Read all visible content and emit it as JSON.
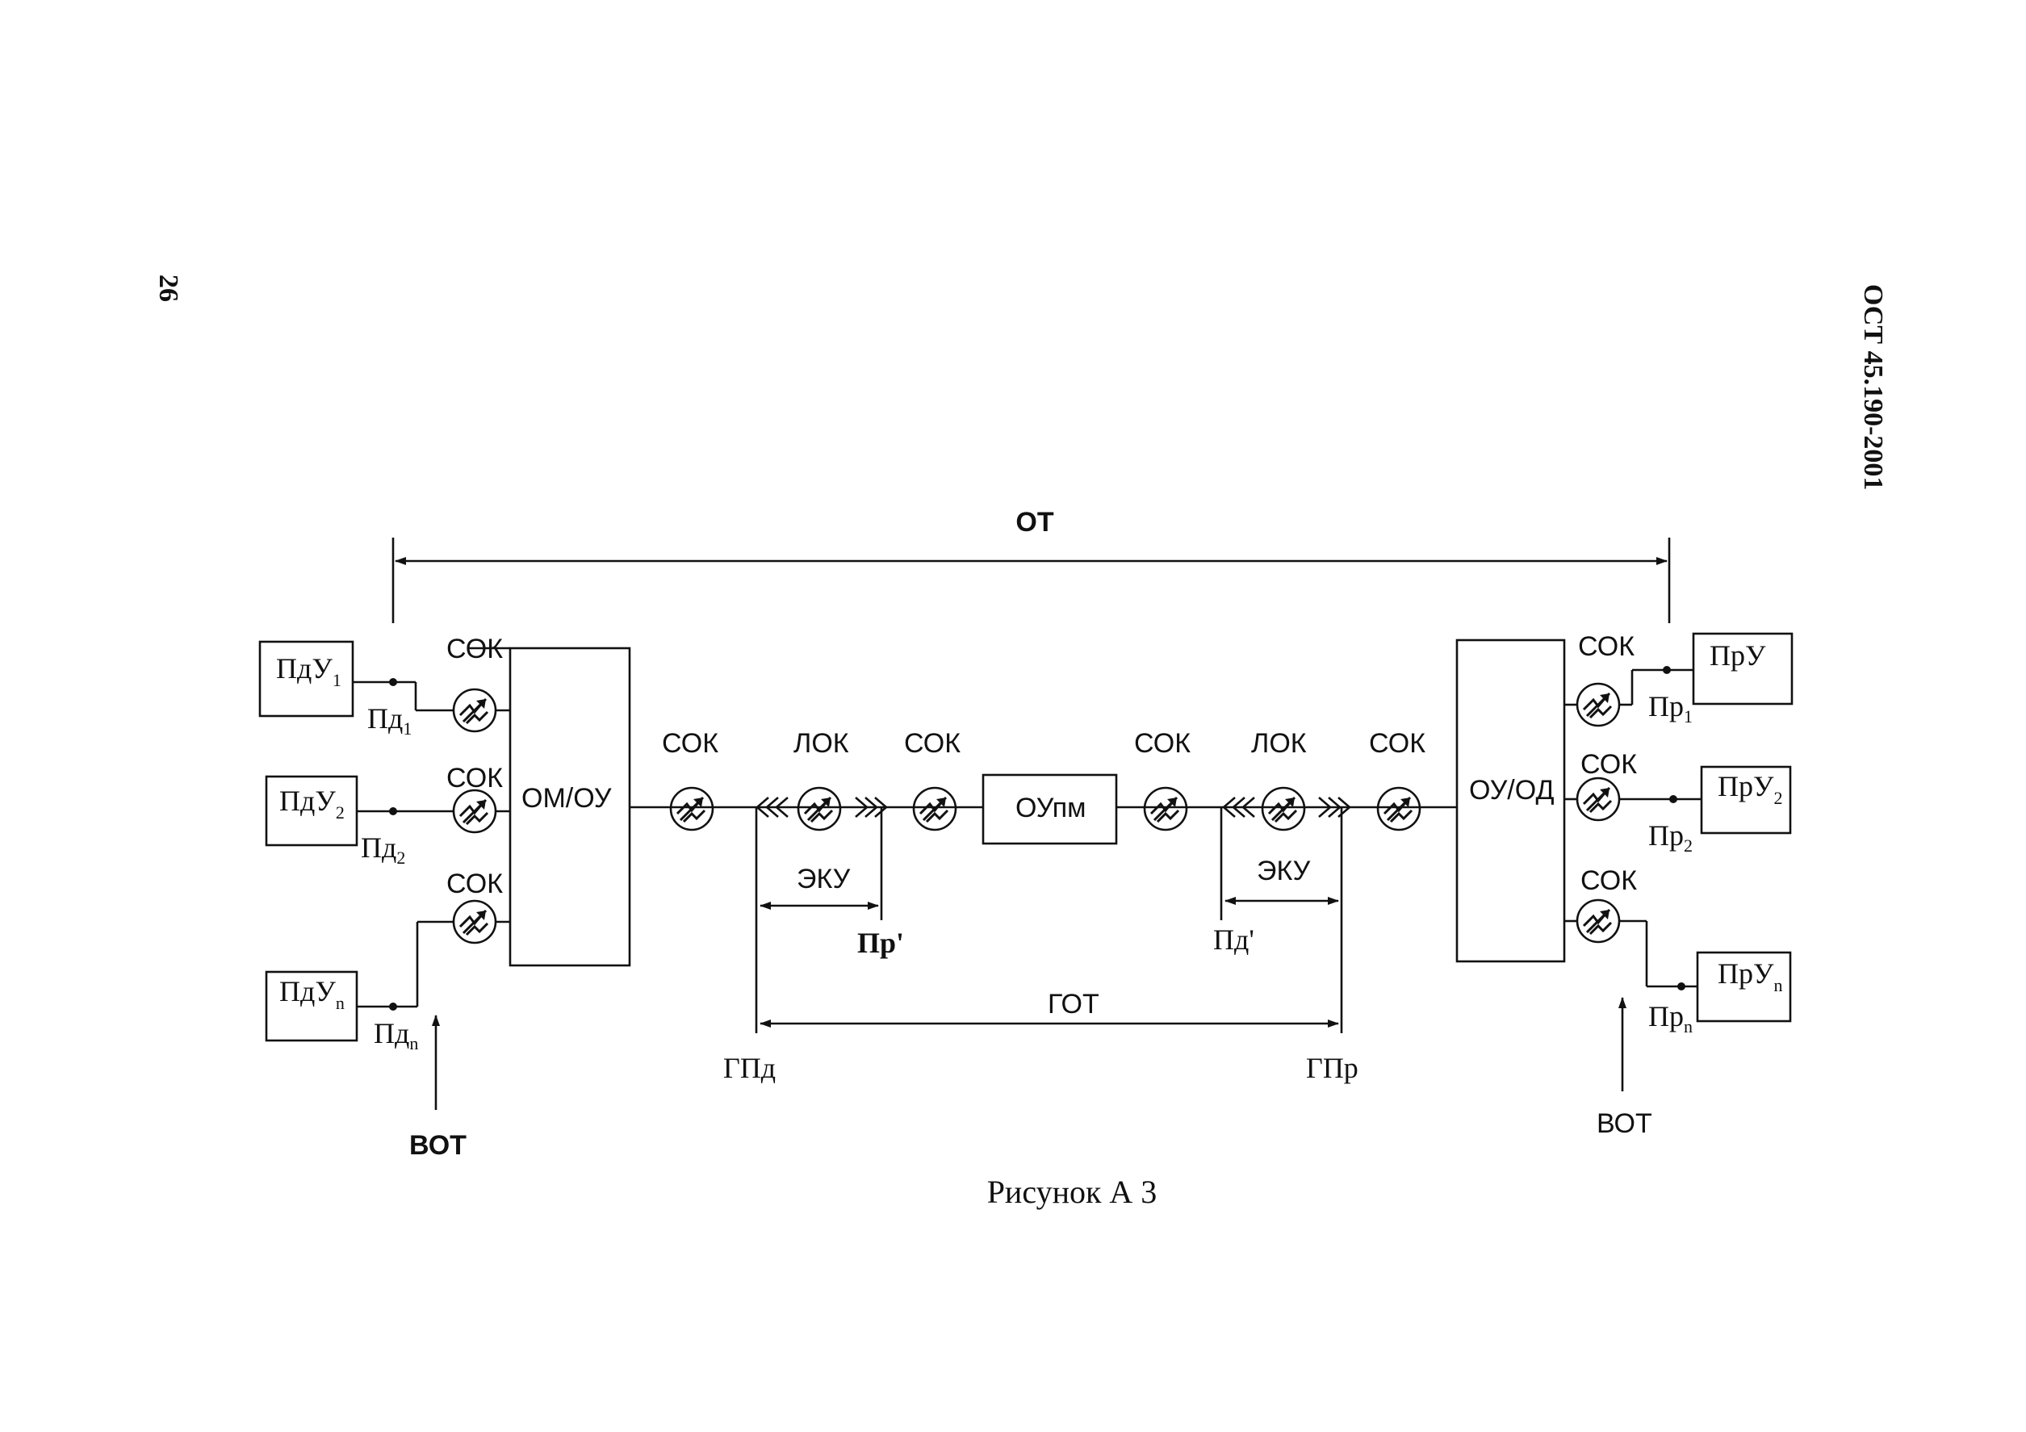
{
  "header": {
    "page_number": "26",
    "doc_number": "ОСТ 45.190-2001"
  },
  "diagram": {
    "ot": "ОТ",
    "got": "ГОТ",
    "eku_left": "ЭКУ",
    "eku_right": "ЭКУ",
    "pr_prime": "Пр'",
    "pd_prime": "Пд'",
    "gpd": "ГПд",
    "gpr": "ГПр",
    "vot_left": "ВОТ",
    "vot_right": "ВОТ",
    "om_ou": "ОМ/ОУ",
    "ou_od": "ОУ/ОД",
    "oupm": "ОУпм",
    "lok_left": "ЛОК",
    "lok_right": "ЛОК",
    "sok_main": [
      "СОК",
      "СОК",
      "СОК",
      "СОК"
    ],
    "sok_left": [
      "СОК",
      "СОК",
      "СОК"
    ],
    "sok_right": [
      "СОК",
      "СОК",
      "СОК"
    ],
    "transmitters": [
      {
        "base": "ПдУ",
        "sub": "1"
      },
      {
        "base": "ПдУ",
        "sub": "2"
      },
      {
        "base": "ПдУ",
        "sub": "n"
      }
    ],
    "tx_points": [
      {
        "base": "Пд",
        "sub": "1"
      },
      {
        "base": "Пд",
        "sub": "2"
      },
      {
        "base": "Пд",
        "sub": "n"
      }
    ],
    "receivers": [
      {
        "base": "ПрУ",
        "sub": ""
      },
      {
        "base": "ПрУ",
        "sub": "2"
      },
      {
        "base": "ПрУ",
        "sub": "n"
      }
    ],
    "rx_points": [
      {
        "base": "Пр",
        "sub": "1"
      },
      {
        "base": "Пр",
        "sub": "2"
      },
      {
        "base": "Пр",
        "sub": "n"
      }
    ]
  },
  "caption": "Рисунок А 3"
}
